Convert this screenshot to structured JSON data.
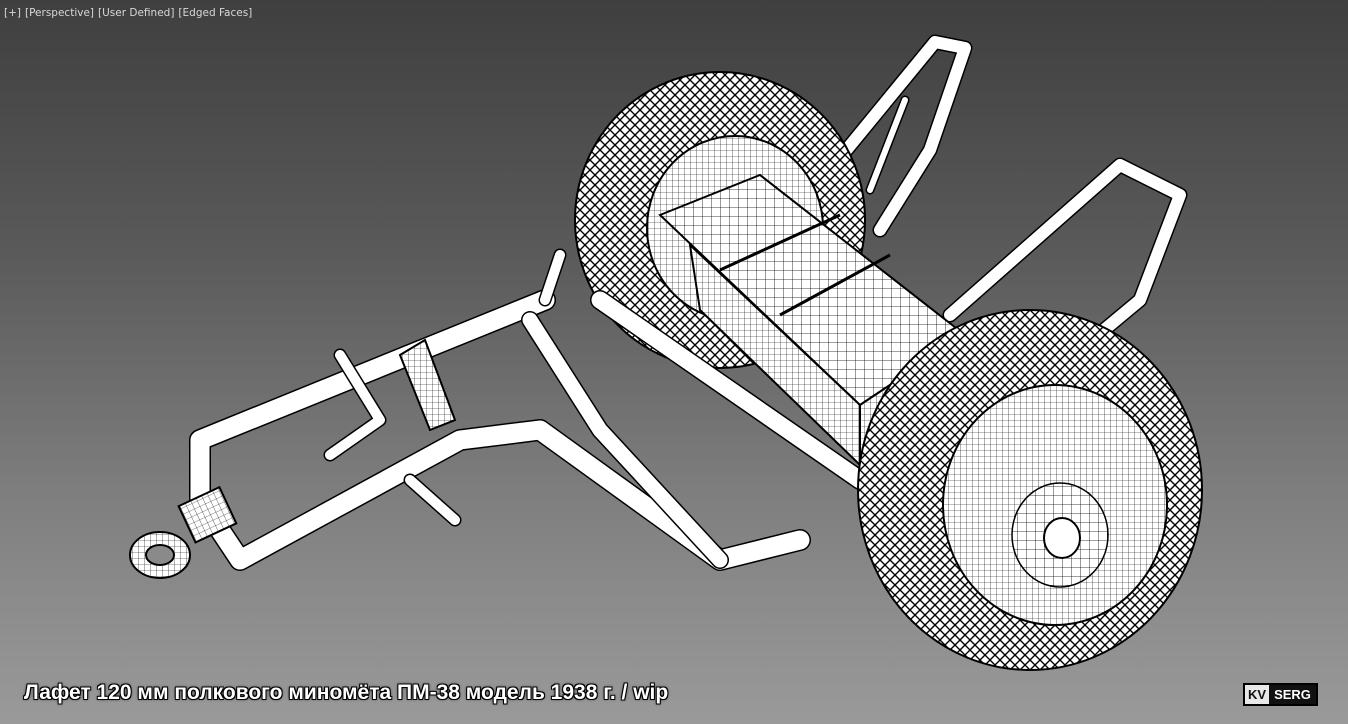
{
  "viewport": {
    "menu": {
      "plus": "[+]",
      "view": "[Perspective]",
      "shading_profile": "[User Defined]",
      "display_mode": "[Edged Faces]"
    },
    "background_top": "#3f3f3f",
    "background_bottom": "#9a9a9a"
  },
  "caption": "Лафет 120 мм полкового миномёта ПМ-38 модель 1938 г. / wip",
  "logo": {
    "part1": "KV",
    "part2": "SERG"
  },
  "colors": {
    "mesh_fill": "#ffffff",
    "wire": "#000000"
  }
}
